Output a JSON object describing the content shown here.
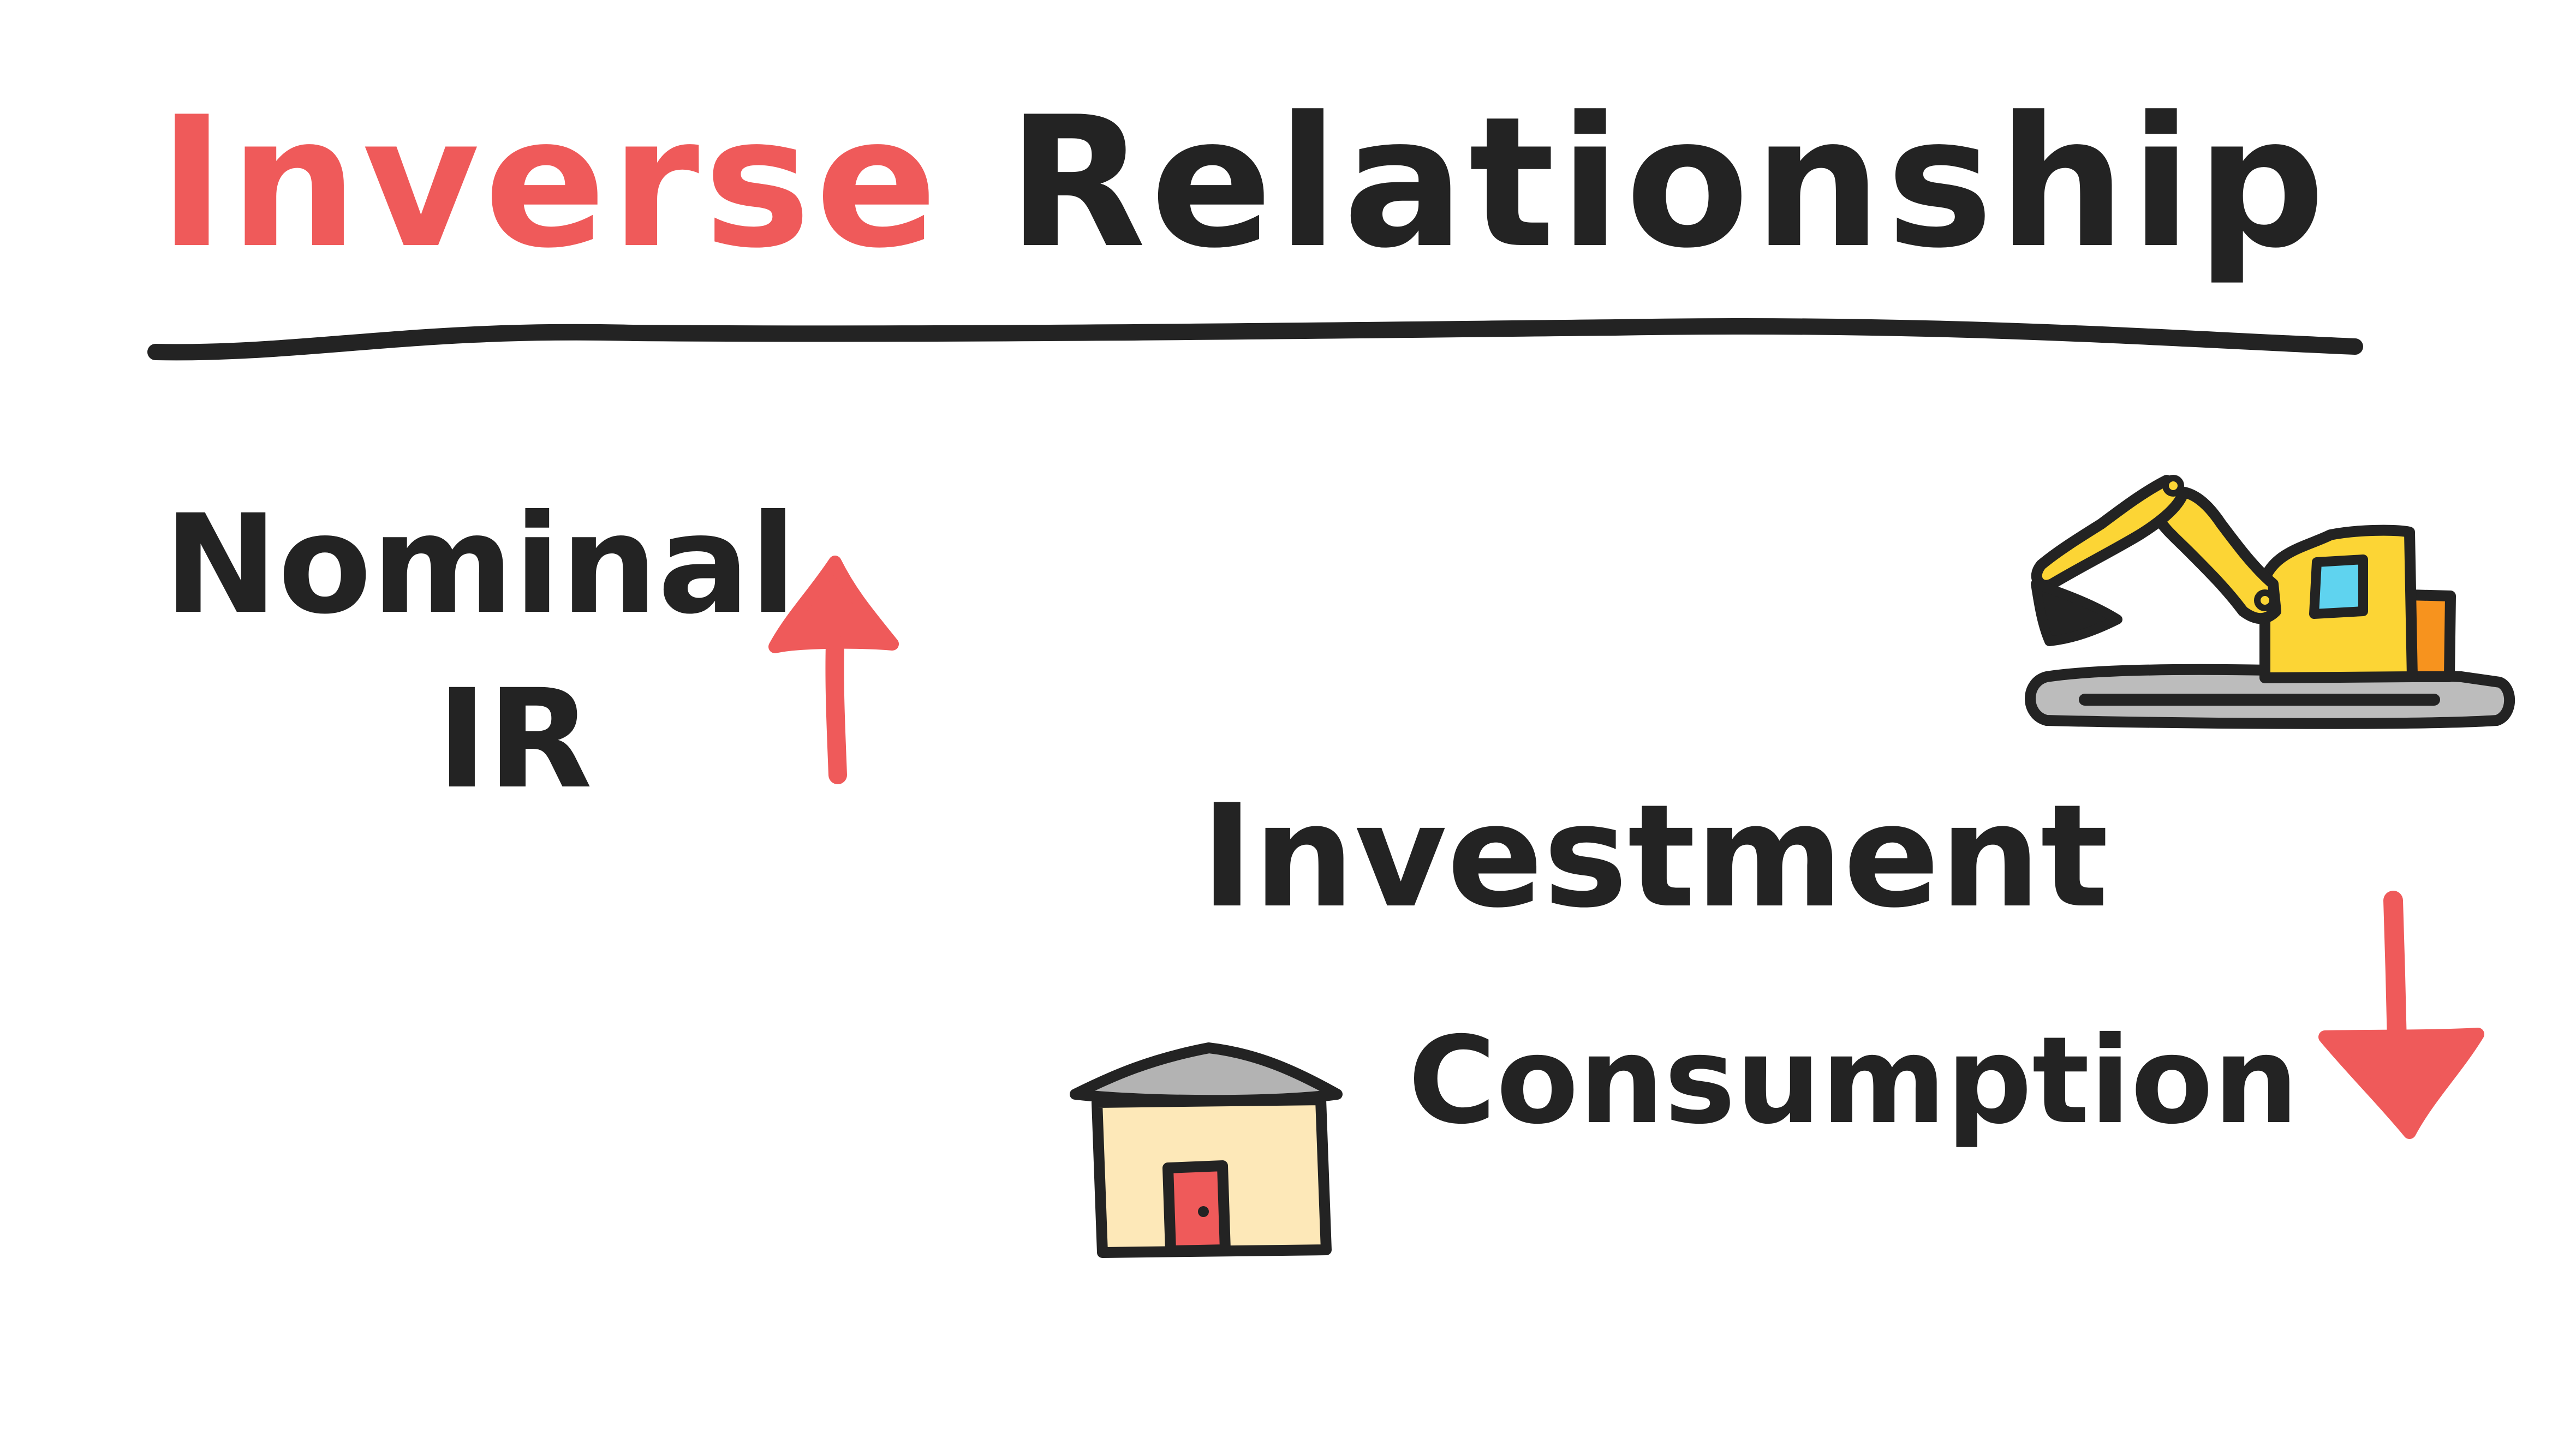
{
  "title": {
    "word1": "Inverse",
    "word2": "Relationship",
    "word1_color": "#ef5a5a",
    "word2_color": "#232323"
  },
  "labels": {
    "nominal": "Nominal",
    "ir": "IR",
    "investment": "Investment",
    "consumption": "Consumption"
  },
  "arrows": {
    "nominal_ir": "up",
    "investment_consumption": "down",
    "color": "#ef5a5a"
  },
  "icons": {
    "investment": "excavator-icon",
    "consumption": "house-icon"
  },
  "colors": {
    "ink": "#232323",
    "accent": "#ef5a5a",
    "excavator_body": "#fcd535",
    "excavator_counterweight": "#f7931e",
    "excavator_window": "#5fd3ef",
    "track": "#bcbcbc",
    "house_wall": "#fde8b8",
    "house_roof": "#b3b3b3",
    "house_door": "#ef5a5a"
  }
}
